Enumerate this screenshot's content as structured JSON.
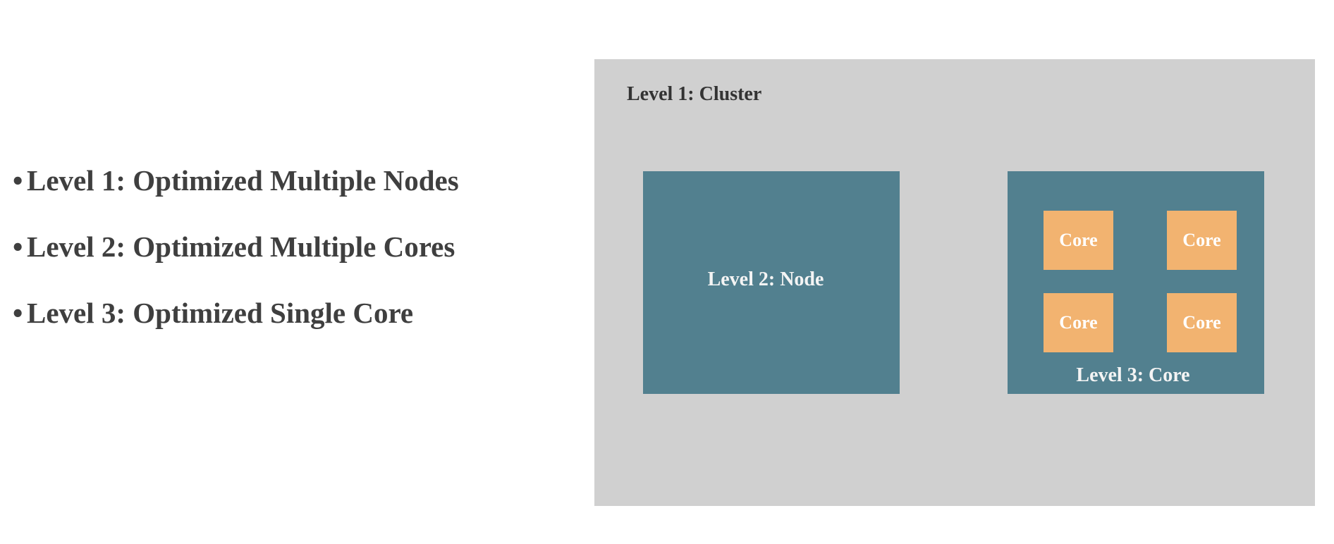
{
  "bullets": [
    {
      "marker": "•",
      "text": "Level 1: Optimized Multiple Nodes"
    },
    {
      "marker": "•",
      "text": "Level 2: Optimized Multiple Cores"
    },
    {
      "marker": "•",
      "text": "Level 3: Optimized Single Core"
    }
  ],
  "diagram": {
    "cluster_label": "Level 1: Cluster",
    "node_label": "Level 2: Node",
    "core_label": "Core",
    "core_group_label": "Level 3: Core",
    "colors": {
      "cluster_bg": "#d0d0d0",
      "node_bg": "#52808f",
      "core_bg": "#f2b370",
      "bullet_text": "#3f3f3f"
    }
  }
}
